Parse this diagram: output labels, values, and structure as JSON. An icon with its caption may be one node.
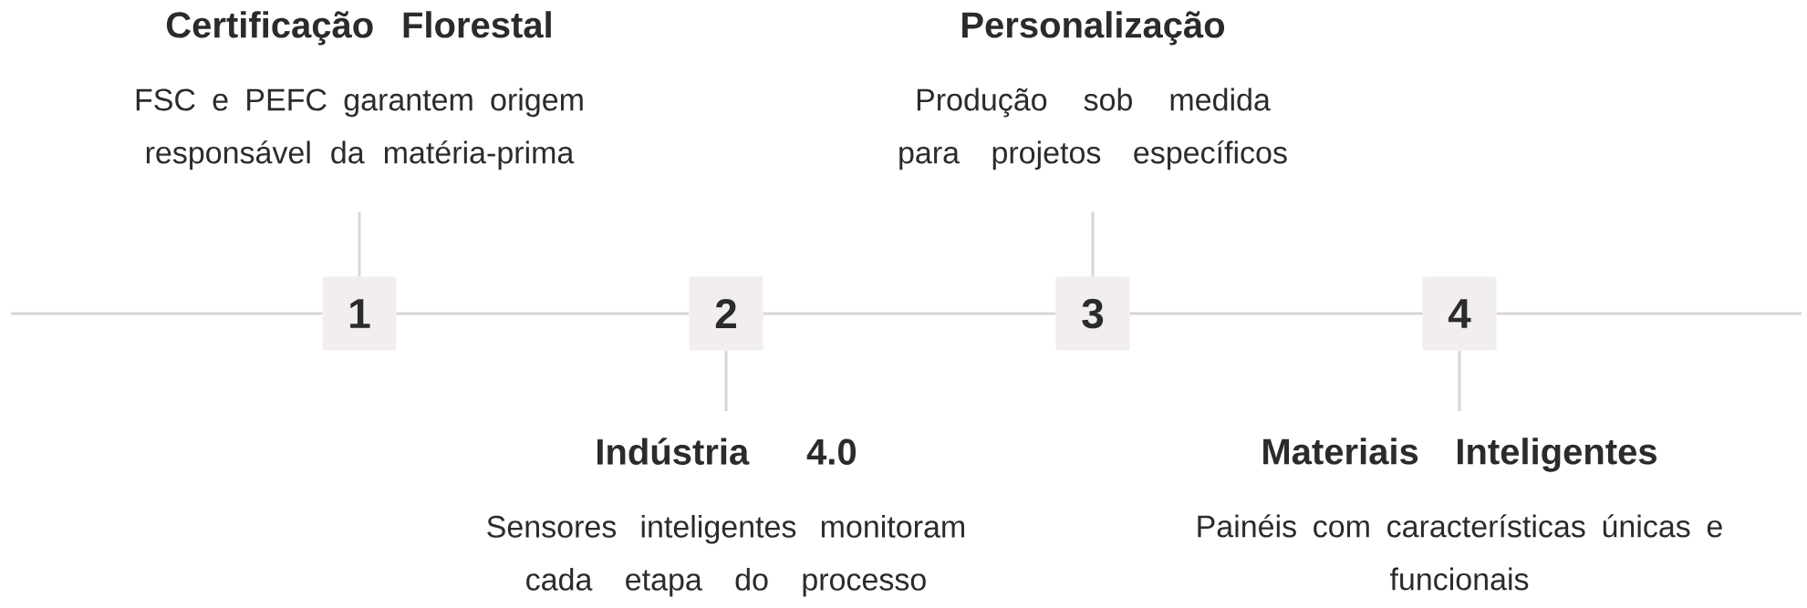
{
  "diagram": {
    "nodes": [
      {
        "text": [
          "Certificação Florestal",
          "FSC e PEFC garantem origem responsável da matéria-prima"
        ]
      },
      {
        "text": [
          "Personalização",
          "Produção sob medida para projetos específicos"
        ]
      },
      {
        "text": [
          "1"
        ]
      },
      {
        "text": [
          "2"
        ]
      },
      {
        "text": [
          "3"
        ]
      },
      {
        "text": [
          "4"
        ]
      },
      {
        "text": [
          "Indústria 4.0",
          "Sensores inteligentes monitoram cada etapa do processo"
        ]
      },
      {
        "text": [
          "Materiais Inteligentes",
          "Painéis com características únicas e funcionais"
        ]
      }
    ],
    "edges": [
      {
        "from": null,
        "to": 2,
        "arrow": "none"
      },
      {
        "from": 2,
        "to": 3,
        "arrow": "none"
      },
      {
        "from": 3,
        "to": 4,
        "arrow": "none"
      },
      {
        "from": 4,
        "to": 5,
        "arrow": "none"
      },
      {
        "from": 5,
        "to": null,
        "arrow": "none"
      },
      {
        "from": 2,
        "to": 0,
        "arrow": "none"
      },
      {
        "from": 3,
        "to": 6,
        "arrow": "none"
      },
      {
        "from": 4,
        "to": 1,
        "arrow": "none"
      },
      {
        "from": 5,
        "to": 7,
        "arrow": "none"
      }
    ]
  }
}
